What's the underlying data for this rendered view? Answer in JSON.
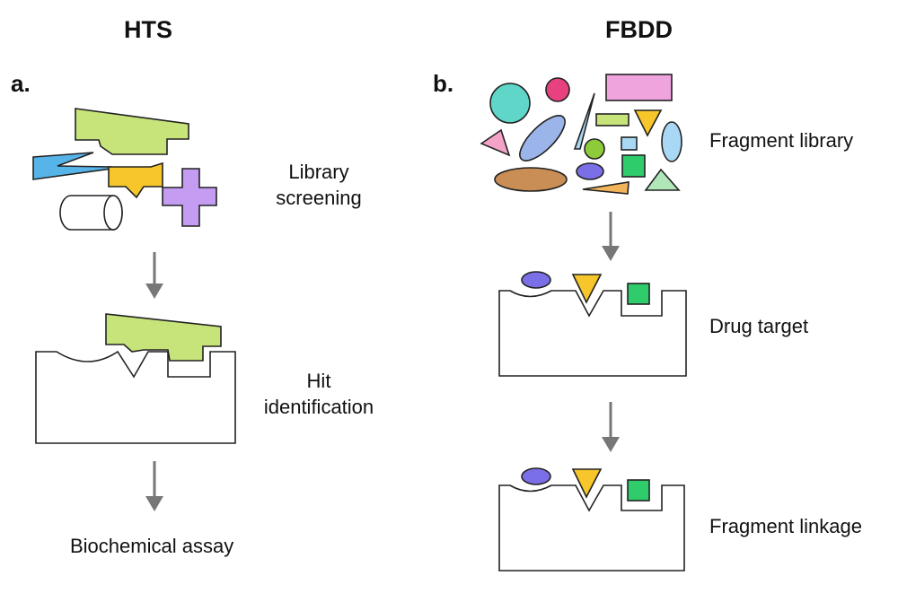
{
  "left_panel": {
    "heading": "HTS",
    "label": "a.",
    "steps": {
      "screening": [
        "Library",
        "screening"
      ],
      "hit": [
        "Hit",
        "identification"
      ],
      "assay": "Biochemical assay"
    }
  },
  "right_panel": {
    "heading": "FBDD",
    "label": "b.",
    "steps": {
      "library": "Fragment library",
      "target": "Drug target",
      "linkage": "Fragment linkage"
    }
  },
  "colors": {
    "green": "#c6e47a",
    "blue": "#56b4e8",
    "yellow": "#f6c62a",
    "purple": "#c49cf2",
    "teal": "#5fd6c8",
    "magenta": "#e8417f",
    "pink": "#f0a4de",
    "periwinkle": "#9bb4ea",
    "lightblue": "#a8d8f4",
    "lime": "#8ecb3a",
    "violet": "#7b6fe8",
    "emerald": "#2fcc6c",
    "brown": "#c98e55",
    "orange": "#f3b35a",
    "mint": "#b0e6b8",
    "rose": "#f3a3c6",
    "arrow": "#777777"
  }
}
